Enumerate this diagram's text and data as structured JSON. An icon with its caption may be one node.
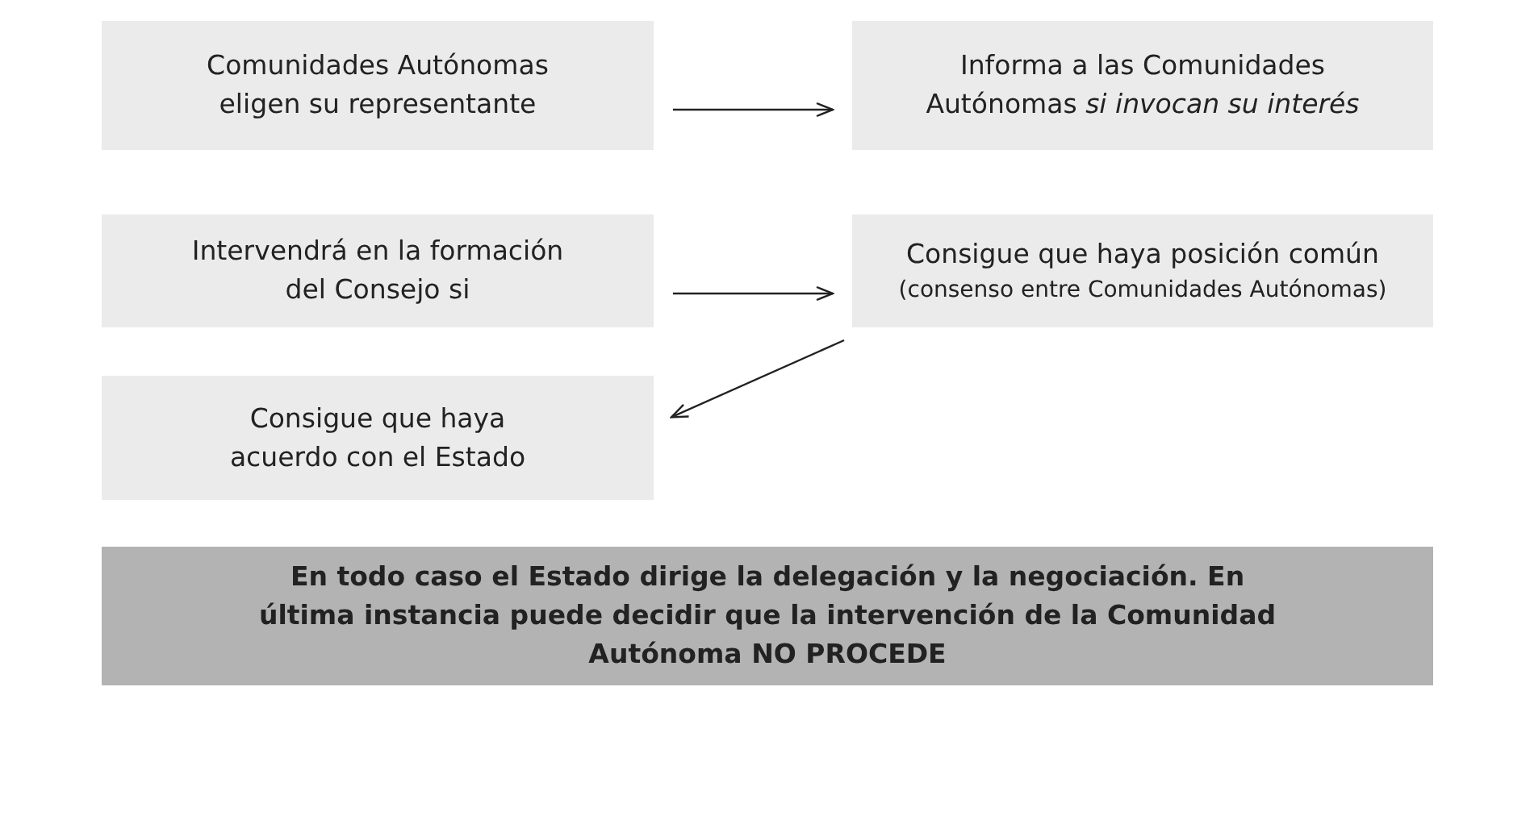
{
  "diagram": {
    "nodes": [
      {
        "text": [
          "Comunidades Autónomas eligen su representante"
        ]
      },
      {
        "text": [
          "Informa a las Comunidades Autónomas *si invocan su interés*"
        ]
      },
      {
        "text": [
          "Intervendrá en la formación del Consejo si"
        ]
      },
      {
        "text": [
          "Consigue que haya posición común",
          "(consenso entre Comunidades Autónomas)"
        ]
      },
      {
        "text": [
          "Consigue que haya acuerdo con el Estado"
        ]
      },
      {
        "text": [
          "En todo caso el Estado dirige la delegación y la negociación. En última instancia puede decidir que la intervención de la Comunidad Autónoma NO PROCEDE"
        ]
      }
    ],
    "edges": [
      {
        "from": 0,
        "to": 1,
        "arrow": "to"
      },
      {
        "from": 2,
        "to": 3,
        "arrow": "to"
      },
      {
        "from": 3,
        "to": 4,
        "arrow": "to"
      }
    ]
  }
}
